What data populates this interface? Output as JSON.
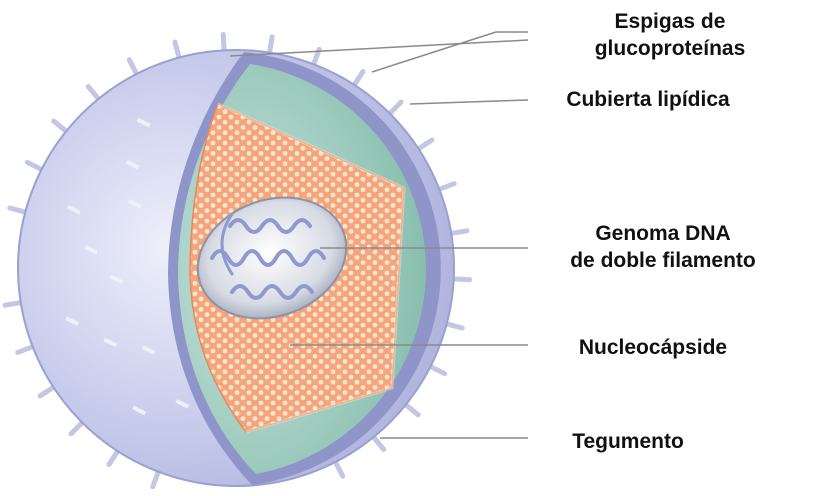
{
  "diagram": {
    "labels": {
      "spikes_line1": "Espigas de",
      "spikes_line2": "glucoproteínas",
      "envelope": "Cubierta lipídica",
      "genome_line1": "Genoma DNA",
      "genome_line2": "de doble filamento",
      "nucleocapsid": "Nucleocápside",
      "tegument": "Tegumento"
    },
    "colors": {
      "envelope_outer": "#b9bde2",
      "envelope_edge": "#8a90c4",
      "tegument": "#8fc4b4",
      "capsid": "#f09a6e",
      "capsid_mesh": "#fde1cf",
      "genome_core": "#d8dde6",
      "dna_strand": "#8f98d0",
      "leader_line": "#8a8a8a"
    }
  }
}
